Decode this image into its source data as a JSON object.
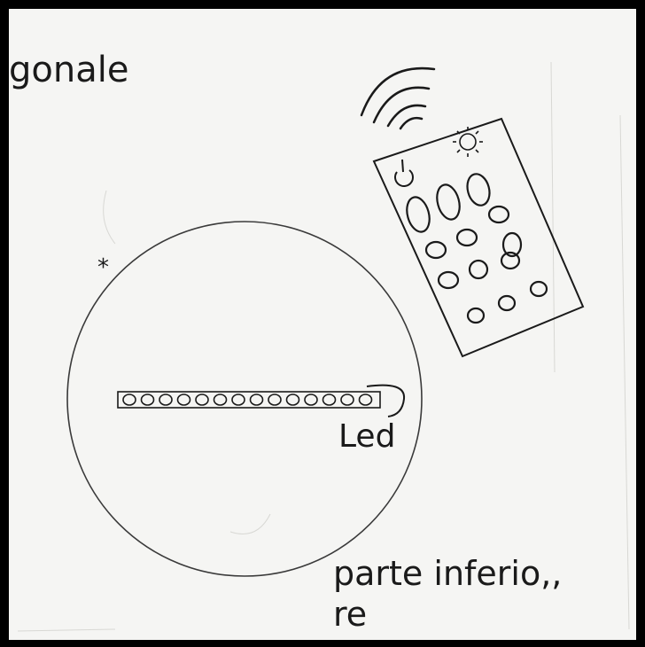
{
  "labels": {
    "top_left": "gonale",
    "led": "Led",
    "bottom_line1": "parte inferio,,",
    "bottom_line2": "re",
    "asterisk": "*"
  },
  "colors": {
    "ink": "#1a1a1a",
    "paper": "#f5f5f3",
    "frame": "#000000"
  }
}
